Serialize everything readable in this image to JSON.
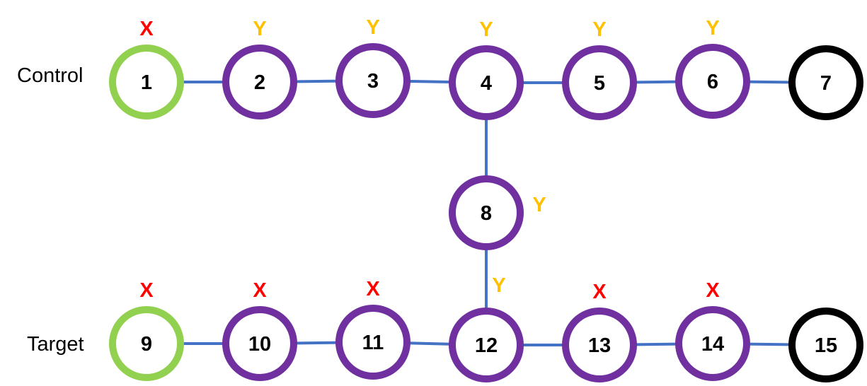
{
  "colors": {
    "edge": "#4472C4",
    "green": "#92D050",
    "purple": "#7030A0",
    "black": "#000000",
    "x_label": "#FF0000",
    "y_label": "#FFC000"
  },
  "row_labels": {
    "control": "Control",
    "target": "Target"
  },
  "nodes": [
    {
      "id": "1",
      "label": "1",
      "ring": "green",
      "pauli": "X"
    },
    {
      "id": "2",
      "label": "2",
      "ring": "purple",
      "pauli": "Y"
    },
    {
      "id": "3",
      "label": "3",
      "ring": "purple",
      "pauli": "Y"
    },
    {
      "id": "4",
      "label": "4",
      "ring": "purple",
      "pauli": "Y"
    },
    {
      "id": "5",
      "label": "5",
      "ring": "purple",
      "pauli": "Y"
    },
    {
      "id": "6",
      "label": "6",
      "ring": "purple",
      "pauli": "Y"
    },
    {
      "id": "7",
      "label": "7",
      "ring": "black",
      "pauli": ""
    },
    {
      "id": "8",
      "label": "8",
      "ring": "purple",
      "pauli": "Y"
    },
    {
      "id": "9",
      "label": "9",
      "ring": "green",
      "pauli": "X"
    },
    {
      "id": "10",
      "label": "10",
      "ring": "purple",
      "pauli": "X"
    },
    {
      "id": "11",
      "label": "11",
      "ring": "purple",
      "pauli": "X"
    },
    {
      "id": "12",
      "label": "12",
      "ring": "purple",
      "pauli": "Y"
    },
    {
      "id": "13",
      "label": "13",
      "ring": "purple",
      "pauli": "X"
    },
    {
      "id": "14",
      "label": "14",
      "ring": "purple",
      "pauli": "X"
    },
    {
      "id": "15",
      "label": "15",
      "ring": "black",
      "pauli": ""
    }
  ],
  "edges": [
    [
      "1",
      "2"
    ],
    [
      "2",
      "3"
    ],
    [
      "3",
      "4"
    ],
    [
      "4",
      "5"
    ],
    [
      "5",
      "6"
    ],
    [
      "6",
      "7"
    ],
    [
      "4",
      "8"
    ],
    [
      "8",
      "12"
    ],
    [
      "9",
      "10"
    ],
    [
      "10",
      "11"
    ],
    [
      "11",
      "12"
    ],
    [
      "12",
      "13"
    ],
    [
      "13",
      "14"
    ],
    [
      "14",
      "15"
    ]
  ]
}
